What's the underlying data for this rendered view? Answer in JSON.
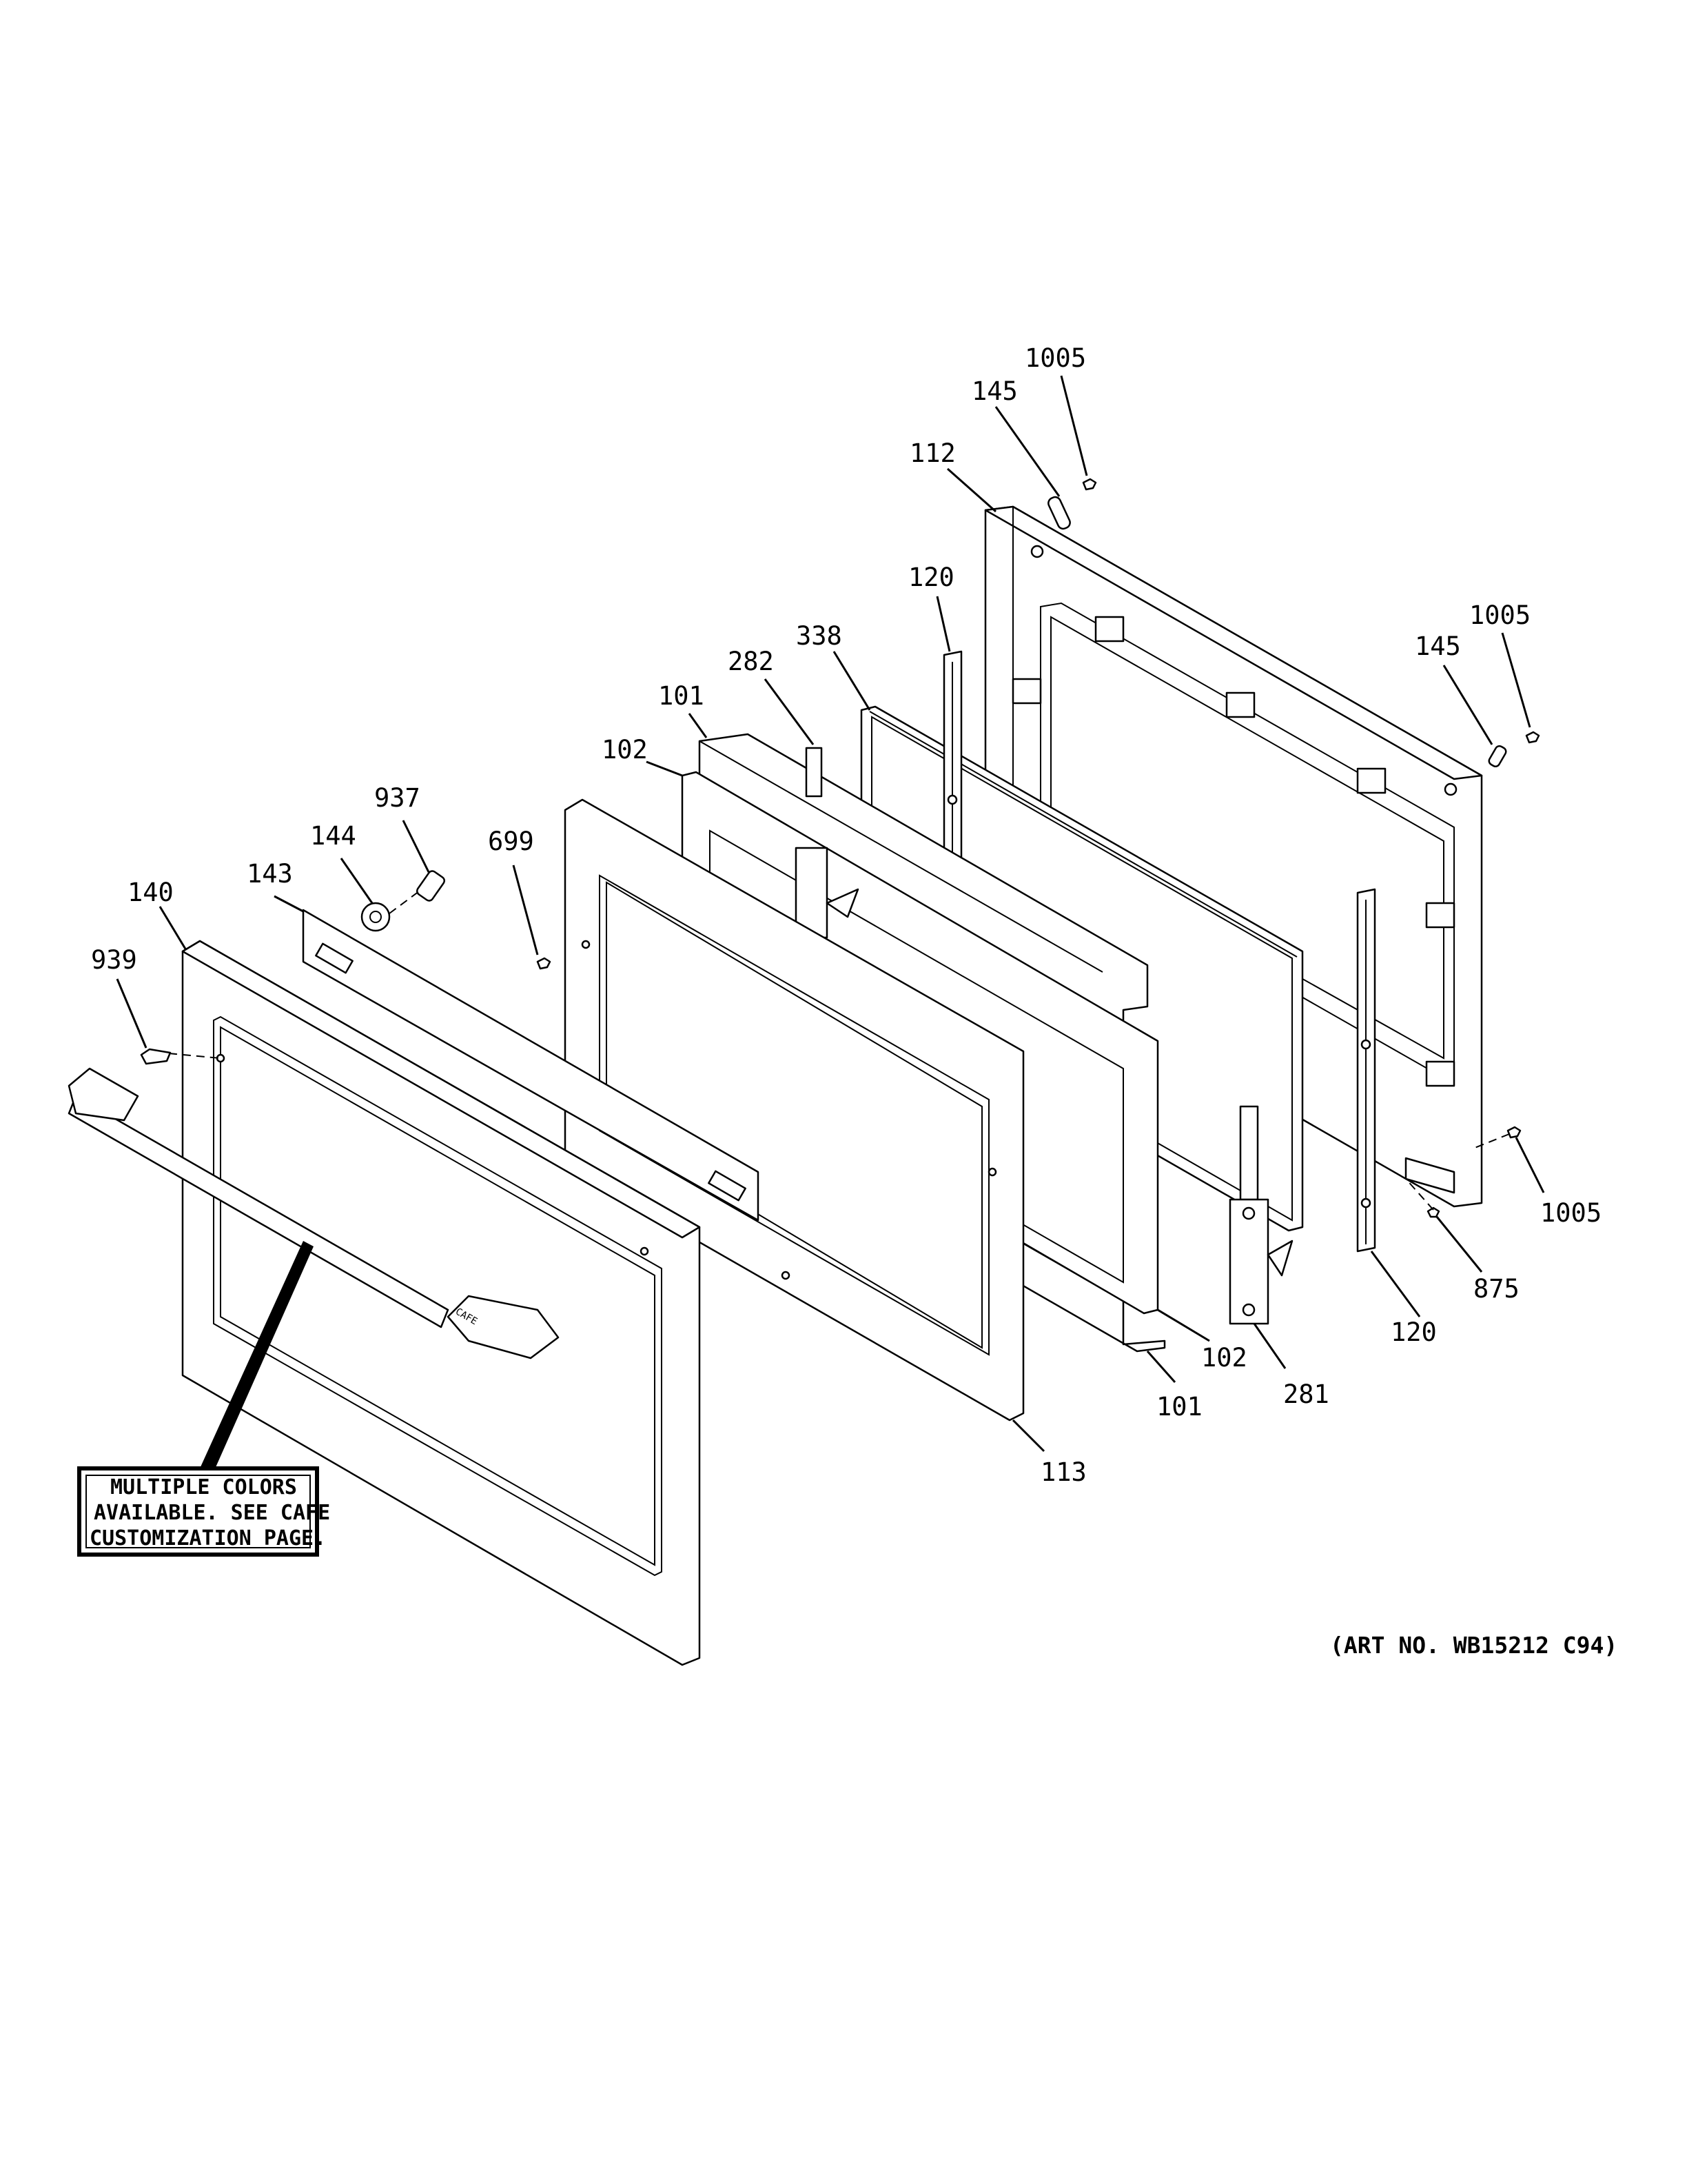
{
  "diagram": {
    "callouts": [
      {
        "id": "c1005a",
        "label": "1005"
      },
      {
        "id": "c145a",
        "label": "145"
      },
      {
        "id": "c112",
        "label": "112"
      },
      {
        "id": "c120a",
        "label": "120"
      },
      {
        "id": "c338",
        "label": "338"
      },
      {
        "id": "c282",
        "label": "282"
      },
      {
        "id": "c101a",
        "label": "101"
      },
      {
        "id": "c102a",
        "label": "102"
      },
      {
        "id": "c1005b",
        "label": "1005"
      },
      {
        "id": "c145b",
        "label": "145"
      },
      {
        "id": "c937",
        "label": "937"
      },
      {
        "id": "c144",
        "label": "144"
      },
      {
        "id": "c699",
        "label": "699"
      },
      {
        "id": "c143",
        "label": "143"
      },
      {
        "id": "c140",
        "label": "140"
      },
      {
        "id": "c939",
        "label": "939"
      },
      {
        "id": "c1005c",
        "label": "1005"
      },
      {
        "id": "c875",
        "label": "875"
      },
      {
        "id": "c120b",
        "label": "120"
      },
      {
        "id": "c102b",
        "label": "102"
      },
      {
        "id": "c281",
        "label": "281"
      },
      {
        "id": "c101b",
        "label": "101"
      },
      {
        "id": "c113",
        "label": "113"
      }
    ],
    "note": {
      "lines": [
        "MULTIPLE COLORS",
        "AVAILABLE. SEE CAFE",
        "CUSTOMIZATION PAGE."
      ]
    },
    "art_number": "(ART NO. WB15212 C94)",
    "handle_mark": "CAFE"
  }
}
